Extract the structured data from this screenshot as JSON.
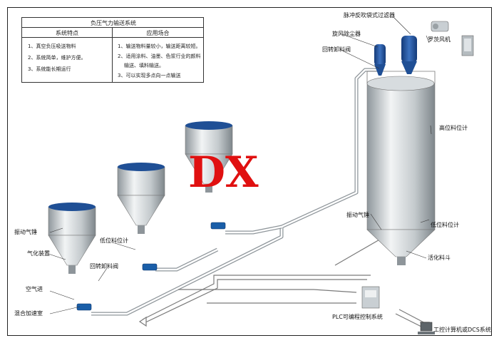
{
  "table": {
    "title": "负压气力输送系统",
    "headers": [
      "系统特点",
      "应用场合"
    ],
    "features": [
      "1、真空负压吸送物料",
      "2、系统简单，维护方便。",
      "3、系统能长期运行"
    ],
    "applications": [
      "1、输送物料量较小，输送距离较短。",
      "2、适用涂料、油墨、色浆行业的颜料",
      "输送、填料输送。",
      "3、可以实现多点向一点输送"
    ]
  },
  "labels": {
    "pulse_filter": "脉冲反吹袋式过滤器",
    "cyclone": "旋风除尘器",
    "rotary_valve_top": "回转卸料阀",
    "roots_blower": "罗茨风机",
    "high_level": "高位料位计",
    "vibrator_right": "振动气锤",
    "low_level_right": "低位料位计",
    "activator": "活化料斗",
    "vibrator_left": "振动气锤",
    "aeration": "气化装置",
    "low_level_left": "低位料位计",
    "rotary_valve_left": "回转卸料阀",
    "air_inlet": "空气进",
    "mixer": "混合加速室",
    "plc": "PLC可编程控制系统",
    "dcs": "工控计算机或DCS系统"
  },
  "logo": {
    "text": "DX",
    "color": "#e01010"
  },
  "colors": {
    "material": "#1f4f95",
    "steel": "#c9cfd3",
    "pipe": "#8e959a",
    "fitting": "#1a5ea8"
  }
}
